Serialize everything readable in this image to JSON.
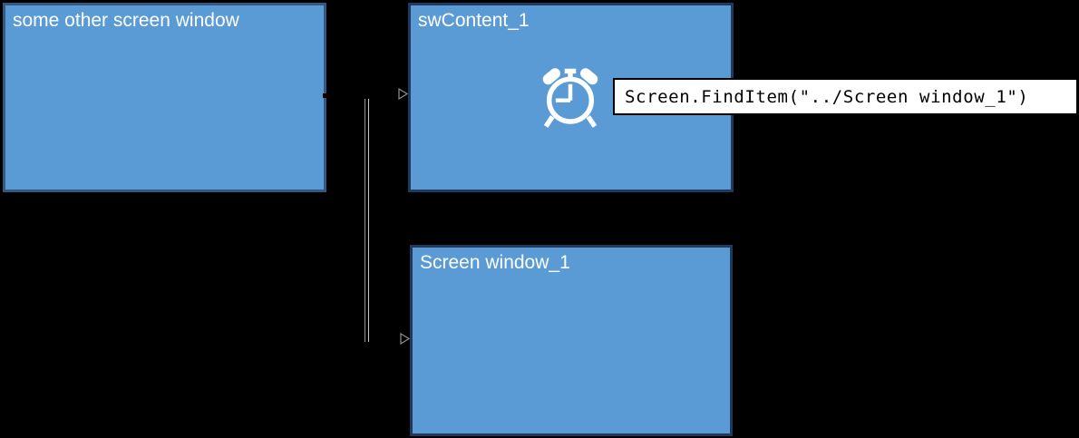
{
  "diagram": {
    "nodes": [
      {
        "id": "some-other-screen-window",
        "label": "some other screen window"
      },
      {
        "id": "swcontent-1",
        "label": "swContent_1"
      },
      {
        "id": "screen-window-1",
        "label": "Screen window_1"
      }
    ],
    "tooltip": {
      "text": "Screen.FindItem(\"../Screen window_1\")"
    },
    "icons": [
      {
        "name": "alarm-clock-icon",
        "color": "#ffffff"
      },
      {
        "name": "connector-arrow-icon",
        "color": "#8f8f8f"
      }
    ],
    "colors": {
      "background": "#000000",
      "node_fill": "#5B9BD5",
      "node_border_left": "#35587F",
      "node_border_right": "#20395C",
      "label_text": "#ffffff",
      "connector": "#9a9a9a",
      "tooltip_bg": "#ffffff",
      "tooltip_text": "#000000",
      "tooltip_border": "#000000"
    }
  }
}
